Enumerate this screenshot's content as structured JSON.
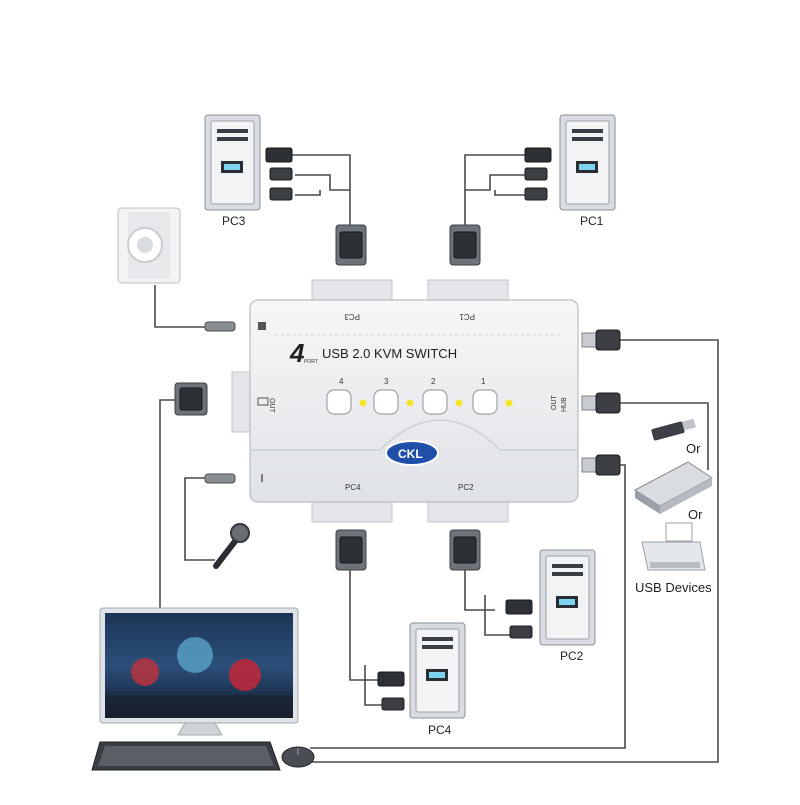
{
  "switch": {
    "title": "USB 2.0 KVM SWITCH",
    "port_badge": "4",
    "port_badge_sub": "PORT",
    "buttons": [
      "4",
      "3",
      "2",
      "1"
    ],
    "ports": {
      "pc3": "PC3",
      "pc1": "PC1",
      "pc4": "PC4",
      "pc2": "PC2"
    },
    "side_out": "OUT",
    "side_hub": "HUB",
    "side_out_right": "OUT",
    "logo": "CKL"
  },
  "computers": {
    "pc1": "PC1",
    "pc2": "PC2",
    "pc3": "PC3",
    "pc4": "PC4"
  },
  "devices": {
    "or_1": "Or",
    "or_2": "Or",
    "label": "USB Devices"
  },
  "colors": {
    "switch_body": "#eef0f2",
    "led": "#f3e52a",
    "cable": "#4a4a4a",
    "button": "#ffffff"
  },
  "icons": [
    "speaker-icon",
    "microphone-icon",
    "monitor-icon",
    "keyboard-icon",
    "mouse-icon",
    "usb-flash-drive-icon",
    "scanner-icon",
    "printer-icon",
    "computer-tower-icon"
  ]
}
